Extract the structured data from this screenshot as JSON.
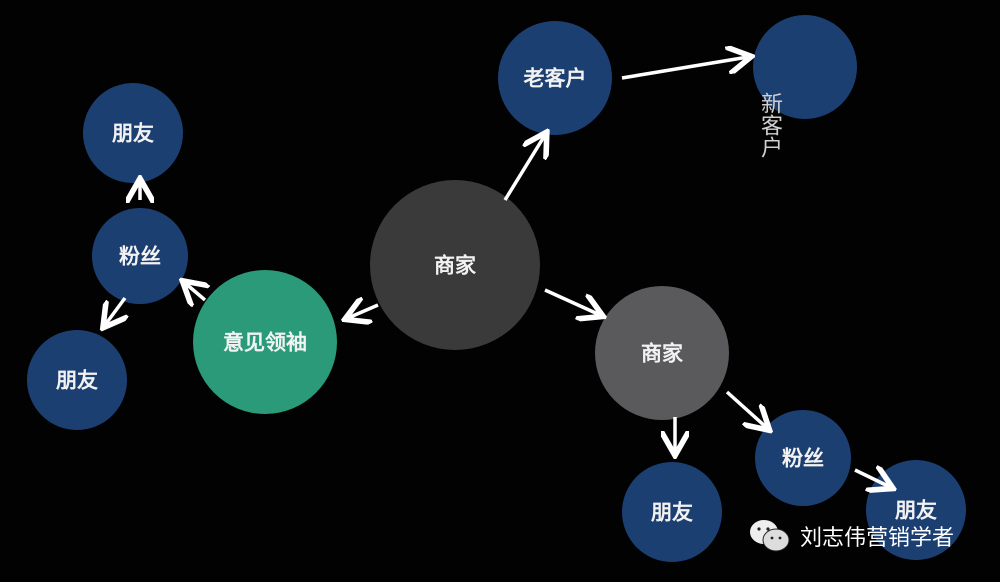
{
  "nodes": {
    "merchant_center": {
      "label": "商家",
      "color": "#3a3a3a"
    },
    "old_customer": {
      "label": "老客户",
      "color": "#1c3f72"
    },
    "new_customer": {
      "label": "新客户",
      "color": "#1c3f72"
    },
    "merchant_right": {
      "label": "商家",
      "color": "#5a5a5c"
    },
    "fans_right": {
      "label": "粉丝",
      "color": "#1c3f72"
    },
    "friend_bottom": {
      "label": "朋友",
      "color": "#1c3f72"
    },
    "friend_right": {
      "label": "朋友",
      "color": "#1c3f72"
    },
    "opinion_leader": {
      "label": "意见领袖",
      "color": "#2a9a78"
    },
    "fans_left": {
      "label": "粉丝",
      "color": "#1c3f72"
    },
    "friend_top_left": {
      "label": "朋友",
      "color": "#1c3f72"
    },
    "friend_bottom_left": {
      "label": "朋友",
      "color": "#1c3f72"
    }
  },
  "edges": [
    [
      "merchant_center",
      "old_customer"
    ],
    [
      "old_customer",
      "new_customer"
    ],
    [
      "merchant_center",
      "opinion_leader"
    ],
    [
      "merchant_center",
      "merchant_right"
    ],
    [
      "opinion_leader",
      "fans_left"
    ],
    [
      "fans_left",
      "friend_top_left"
    ],
    [
      "fans_left",
      "friend_bottom_left"
    ],
    [
      "merchant_right",
      "friend_bottom"
    ],
    [
      "merchant_right",
      "fans_right"
    ],
    [
      "fans_right",
      "friend_right"
    ]
  ],
  "watermark": {
    "icon": "wechat-icon",
    "text": "刘志伟营销学者"
  }
}
